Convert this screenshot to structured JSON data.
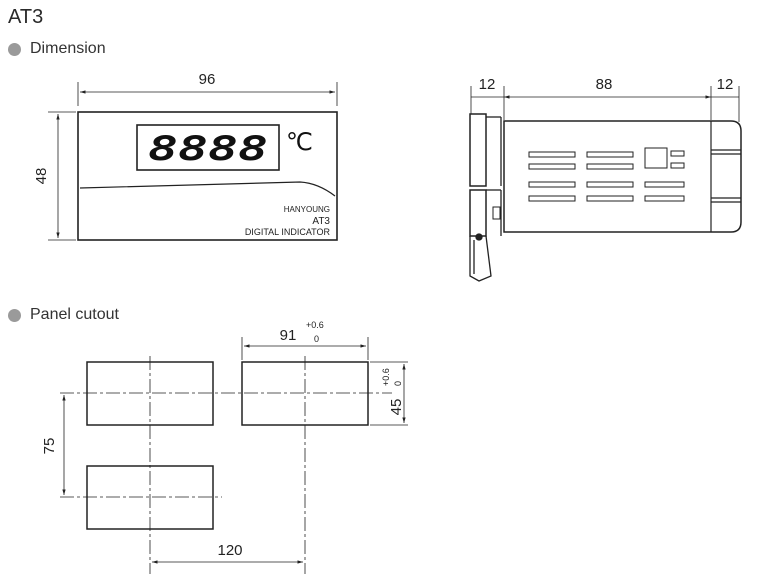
{
  "title": "AT3",
  "sections": {
    "dimension": "Dimension",
    "cutout": "Panel cutout"
  },
  "front": {
    "width": "96",
    "height": "48",
    "display": "8888",
    "unit": "℃",
    "brand": "HANYOUNG",
    "model": "AT3",
    "description": "DIGITAL INDICATOR"
  },
  "side": {
    "front_depth": "12",
    "body_depth": "88",
    "rear_depth": "12"
  },
  "cutout": {
    "width": "91",
    "width_tol_upper": "+0.6",
    "width_tol_lower": "0",
    "height": "45",
    "height_tol_upper": "+0.6",
    "height_tol_lower": "0",
    "v_pitch": "75",
    "h_pitch": "120"
  }
}
